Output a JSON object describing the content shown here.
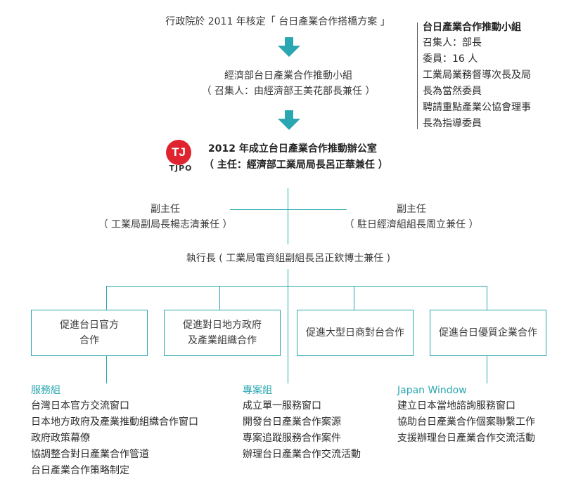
{
  "top": {
    "policy_line": "行政院於 2011 年核定「 台日產業合作搭橋方案 」",
    "ministry_group_line1": "經濟部台日產業合作推動小組",
    "ministry_group_line2": "（ 召集人：由經濟部王美花部長兼任 ）",
    "office_line1": "2012 年成立台日產業合作推動辦公室",
    "office_line2": "（ 主任：經濟部工業局局長呂正華兼任 ）",
    "logo_letters": "TJ",
    "logo_text": "TJPO"
  },
  "side_panel": {
    "title": "台日產業合作推動小組",
    "lines": [
      "召集人：部長",
      "委員：16 人",
      "工業局業務督導次長及局",
      "長為當然委員",
      "聘請重點產業公協會理事",
      "長為指導委員"
    ]
  },
  "deputies": {
    "left_title": "副主任",
    "left_sub": "（ 工業局副局長楊志清兼任 ）",
    "right_title": "副主任",
    "right_sub": "（ 駐日經濟組組長周立兼任 ）"
  },
  "executive": "執行長 ( 工業局電資組副組長呂正欽博士兼任 )",
  "boxes": [
    {
      "line1": "促進台日官方",
      "line2": "合作"
    },
    {
      "line1": "促進對日地方政府",
      "line2": "及產業組織合作"
    },
    {
      "line1": "促進大型日商對台合作",
      "line2": ""
    },
    {
      "line1": "促進台日優質企業合作",
      "line2": ""
    }
  ],
  "groups": [
    {
      "title": "服務組",
      "items": [
        "台灣日本官方交流窗口",
        "日本地方政府及產業推動組織合作窗口",
        "政府政策幕僚",
        "協調整合對日產業合作管道",
        "台日產業合作策略制定"
      ]
    },
    {
      "title": "專案組",
      "items": [
        "成立單一服務窗口",
        "開發台日產業合作案源",
        "專案追蹤服務合作案件",
        "辦理台日產業合作交流活動"
      ]
    },
    {
      "title": "Japan Window",
      "items": [
        "建立日本當地諮詢服務窗口",
        "協助台日產業合作個案聯繫工作",
        "支援辦理台日產業合作交流活動"
      ]
    }
  ],
  "colors": {
    "accent": "#2aa7b0",
    "logo_red": "#e0242f"
  }
}
